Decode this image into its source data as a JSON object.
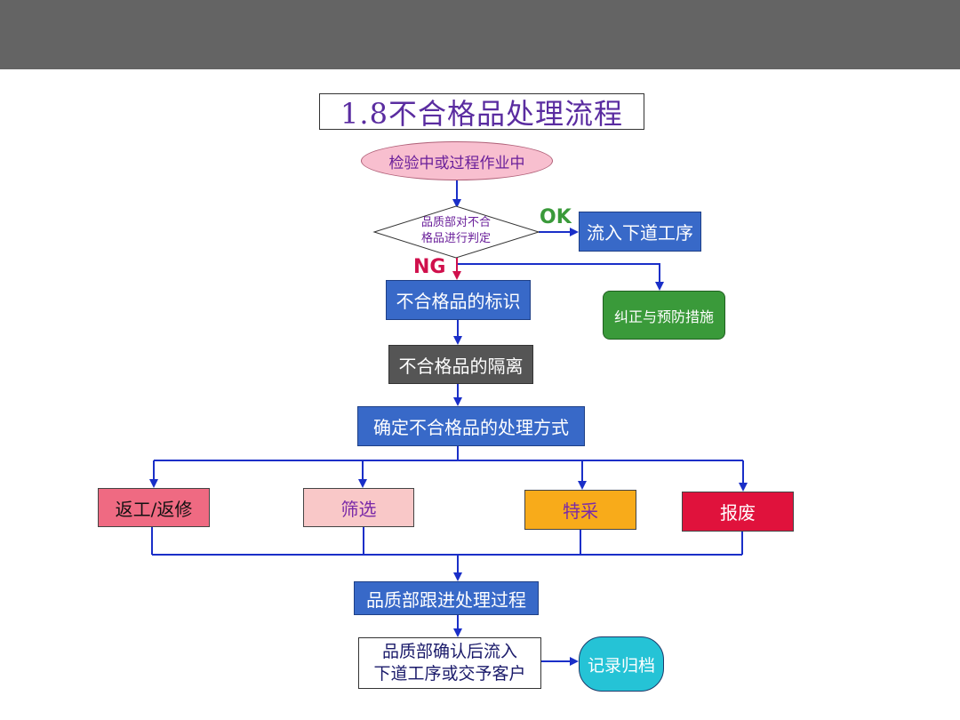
{
  "title": "1.8不合格品处理流程",
  "nodes": {
    "start": "检验中或过程作业中",
    "decision_line1": "品质部对不合",
    "decision_line2": "格品进行判定",
    "ok_label": "OK",
    "ng_label": "NG",
    "next_process": "流入下道工序",
    "identify": "不合格品的标识",
    "corrective": "纠正与预防措施",
    "isolate": "不合格品的隔离",
    "decide_method": "确定不合格品的处理方式",
    "rework": "返工/返修",
    "screen": "筛选",
    "special": "特采",
    "scrap": "报废",
    "follow_up": "品质部跟进处理过程",
    "release_line1": "品质部确认后流入",
    "release_line2": "下道工序或交予客户",
    "record": "记录归档"
  },
  "colors": {
    "header_bar": "#646464",
    "blue_box": "#3869c8",
    "connector": "#1a2fc8",
    "ng_arrow": "#d0104c",
    "ok_text": "#3a9a3a"
  }
}
